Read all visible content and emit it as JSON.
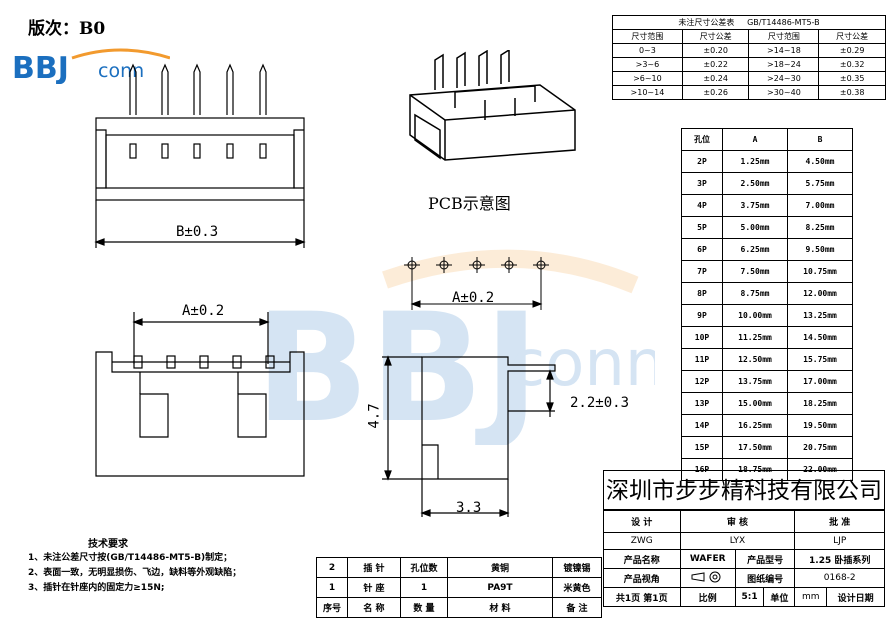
{
  "version": {
    "label": "版次：B0"
  },
  "logo": {
    "text_bbj": "BBJ",
    "text_conn": "conn",
    "color_blue": "#1b6fbf",
    "color_orange": "#f29a2e"
  },
  "tolerance_table": {
    "title": "未注尺寸公差表",
    "standard": "GB/T14486-MT5-B",
    "headers": [
      "尺寸范围",
      "尺寸公差",
      "尺寸范围",
      "尺寸公差"
    ],
    "rows": [
      [
        "0~3",
        "±0.20",
        ">14~18",
        "±0.29"
      ],
      [
        ">3~6",
        "±0.22",
        ">18~24",
        "±0.32"
      ],
      [
        ">6~10",
        "±0.24",
        ">24~30",
        "±0.35"
      ],
      [
        ">10~14",
        "±0.26",
        ">30~40",
        "±0.38"
      ]
    ]
  },
  "pcb_label": "PCB示意图",
  "dimensions": {
    "b": "B±0.3",
    "a_side": "A±0.2",
    "a_pcb": "A±0.2",
    "h": "4.7",
    "w": "3.3",
    "pin": "2.2±0.3"
  },
  "pin_table": {
    "headers": [
      "孔位",
      "A",
      "B"
    ],
    "rows": [
      [
        "2P",
        "1.25mm",
        "4.50mm"
      ],
      [
        "3P",
        "2.50mm",
        "5.75mm"
      ],
      [
        "4P",
        "3.75mm",
        "7.00mm"
      ],
      [
        "5P",
        "5.00mm",
        "8.25mm"
      ],
      [
        "6P",
        "6.25mm",
        "9.50mm"
      ],
      [
        "7P",
        "7.50mm",
        "10.75mm"
      ],
      [
        "8P",
        "8.75mm",
        "12.00mm"
      ],
      [
        "9P",
        "10.00mm",
        "13.25mm"
      ],
      [
        "10P",
        "11.25mm",
        "14.50mm"
      ],
      [
        "11P",
        "12.50mm",
        "15.75mm"
      ],
      [
        "12P",
        "13.75mm",
        "17.00mm"
      ],
      [
        "13P",
        "15.00mm",
        "18.25mm"
      ],
      [
        "14P",
        "16.25mm",
        "19.50mm"
      ],
      [
        "15P",
        "17.50mm",
        "20.75mm"
      ],
      [
        "16P",
        "18.75mm",
        "22.00mm"
      ]
    ]
  },
  "tech": {
    "title": "技术要求",
    "lines": [
      "1、未注公差尺寸按(GB/T14486-MT5-B)制定；",
      "2、表面一致，无明显损伤、飞边，缺料等外观缺陷；",
      "3、插针在针座内的固定力≥15N;"
    ]
  },
  "bom": {
    "rows": [
      [
        "2",
        "插 针",
        "孔位数",
        "黄铜",
        "镀镍锡"
      ],
      [
        "1",
        "针 座",
        "1",
        "PA9T",
        "米黄色"
      ]
    ],
    "headers": [
      "序号",
      "名 称",
      "数 量",
      "材 料",
      "备 注"
    ]
  },
  "title_block": {
    "company": "深圳市步步精科技有限公司",
    "roles": [
      "设 计",
      "审 核",
      "批 准"
    ],
    "names": [
      "ZWG",
      "LYX",
      "LJP"
    ],
    "product_name_label": "产品名称",
    "product_name": "WAFER",
    "product_model_label": "产品型号",
    "product_model": "1.25 卧插系列",
    "view_label": "产品视角",
    "drawing_no_label": "图纸编号",
    "drawing_no": "0168-2",
    "pages": "共1页 第1页",
    "scale_label": "比例",
    "scale": "5:1",
    "unit_label": "单位",
    "unit": "mm",
    "drawn_unit": "设计日期"
  }
}
